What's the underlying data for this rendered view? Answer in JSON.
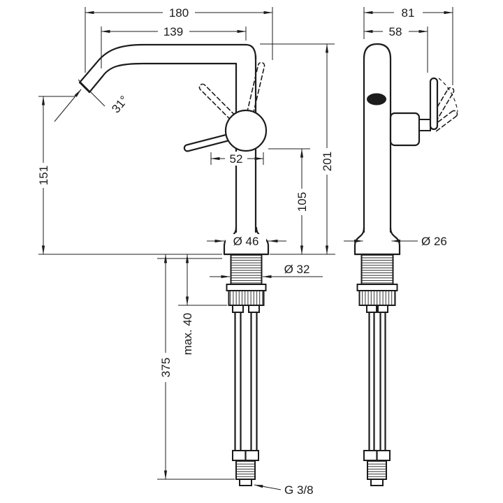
{
  "drawing": {
    "background": "#ffffff",
    "line_color": "#1c1c1c",
    "dims": {
      "overall_depth": "180",
      "spout_reach": "139",
      "side_width": "81",
      "body_offset": "58",
      "outlet_height": "151",
      "spout_angle": "31°",
      "handle_length": "52",
      "total_height": "201",
      "underbody_height": "105",
      "base_diameter": "Ø 46",
      "shank_diameter": "Ø 32",
      "body_diameter": "Ø 26",
      "max_mounting_depth": "max. 40",
      "hose_length": "375",
      "connection_thread": "G 3/8"
    }
  }
}
